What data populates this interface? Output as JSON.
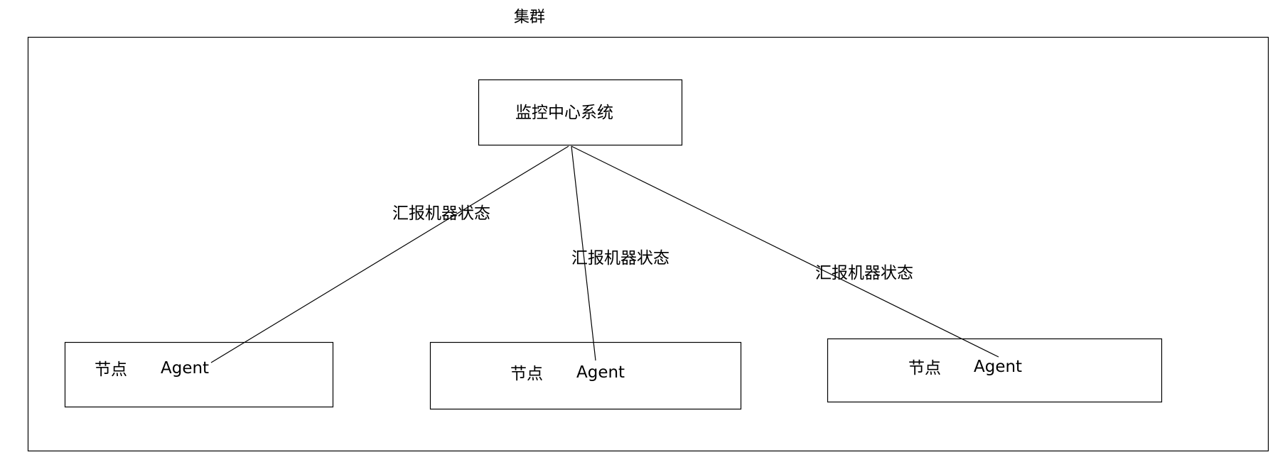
{
  "title": "集群",
  "center": {
    "label": "监控中心系统"
  },
  "nodes": [
    {
      "node_label": "节点",
      "agent_label": "Agent"
    },
    {
      "node_label": "节点",
      "agent_label": "Agent"
    },
    {
      "node_label": "节点",
      "agent_label": "Agent"
    }
  ],
  "edges": [
    {
      "label": "汇报机器状态"
    },
    {
      "label": "汇报机器状态"
    },
    {
      "label": "汇报机器状态"
    }
  ],
  "colors": {
    "stroke": "#000000",
    "background": "#ffffff"
  }
}
